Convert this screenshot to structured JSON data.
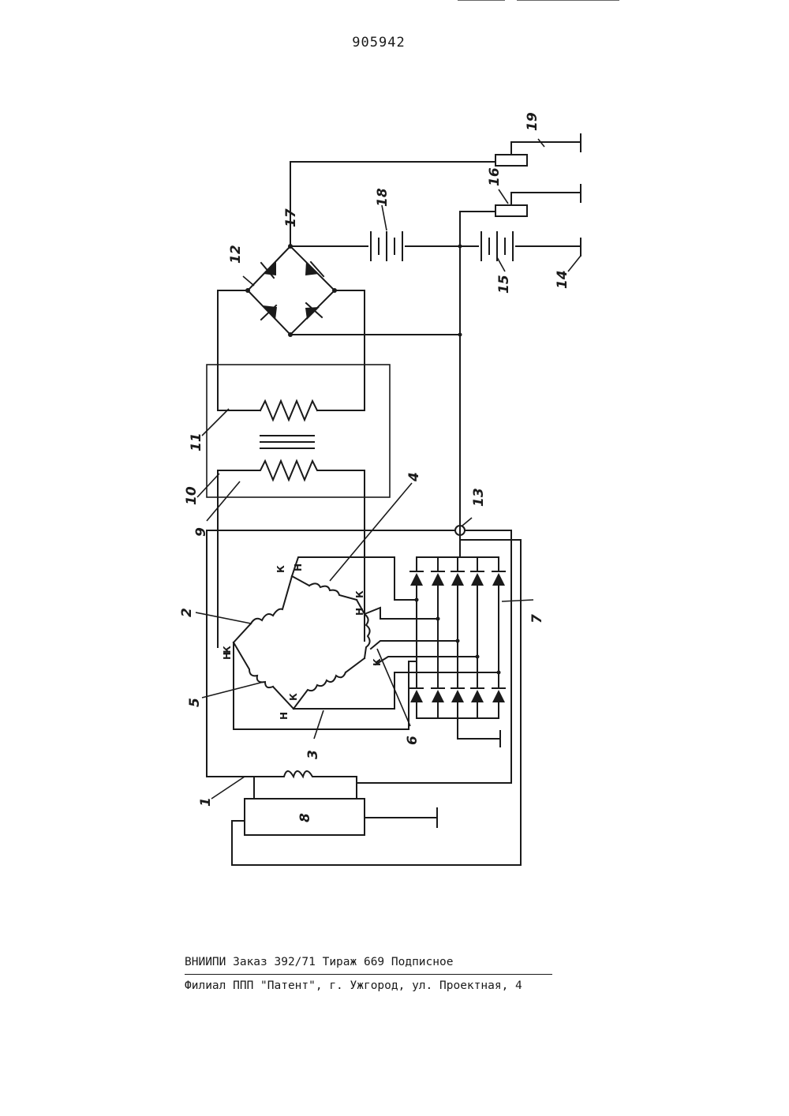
{
  "document": {
    "patent_number": "905942"
  },
  "footer": {
    "line1": "ВНИИПИ  Заказ 392/71  Тираж 669  Подписное",
    "line2": "Филиал ППП \"Патент\", г. Ужгород, ул. Проектная, 4"
  },
  "diagram": {
    "callouts": [
      "1",
      "2",
      "3",
      "4",
      "5",
      "6",
      "7",
      "8",
      "9",
      "10",
      "11",
      "12",
      "13",
      "14",
      "15",
      "16",
      "17",
      "18",
      "19"
    ],
    "terminal_marks": {
      "start": "Н",
      "end": "К"
    }
  }
}
